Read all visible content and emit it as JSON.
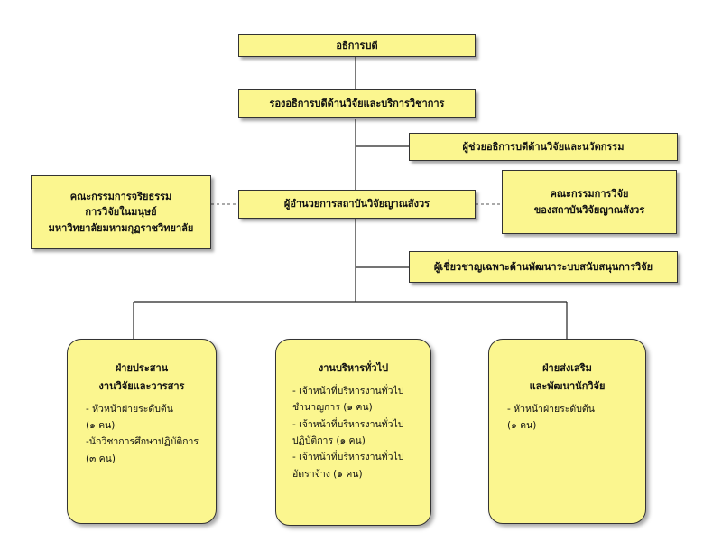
{
  "diagram": {
    "title": "",
    "top": {
      "president": "อธิการบดี",
      "vice_president": "รองอธิการบดีด้านวิจัยและบริการวิชาการ",
      "assistant": "ผู้ช่วยอธิการบดีด้านวิจัยและนวัตกรรม",
      "director": "ผู้อำนวยการสถาบันวิจัยญาณสังวร",
      "expert": "ผู้เชี่ยวชาญเฉพาะด้านพัฒนาระบบสนับสนุนการวิจัย"
    },
    "ethics_committee": [
      "คณะกรรมการจริยธรรม",
      "การวิจัยในมนุษย์",
      "มหาวิทยาลัยมหามกุฏราชวิทยาลัย"
    ],
    "research_committee": [
      "คณะกรรมการวิจัย",
      "ของสถาบันวิจัยญาณสังวร"
    ],
    "divisions": [
      {
        "head": [
          "ฝ่ายประสาน",
          "งานวิจัยและวารสาร"
        ],
        "items": [
          "- หัวหน้าฝ่ายระดับต้น",
          "(๑ คน)",
          "-นักวิชาการศึกษาปฏิบัติการ",
          "(๓ คน)"
        ]
      },
      {
        "head": [
          "งานบริหารทั่วไป"
        ],
        "items": [
          "- เจ้าหน้าที่บริหารงานทั่วไป",
          "ชำนาญการ (๑ คน)",
          "- เจ้าหน้าที่บริหารงานทั่วไป",
          "ปฏิบัติการ (๑ คน)",
          "- เจ้าหน้าที่บริหารงานทั่วไป",
          "อัตราจ้าง (๑ คน)"
        ]
      },
      {
        "head": [
          "ฝ่ายส่งเสริม",
          "และพัฒนานักวิจัย"
        ],
        "items": [
          "- หัวหน้าฝ่ายระดับต้น",
          "(๑ คน)"
        ]
      }
    ]
  }
}
